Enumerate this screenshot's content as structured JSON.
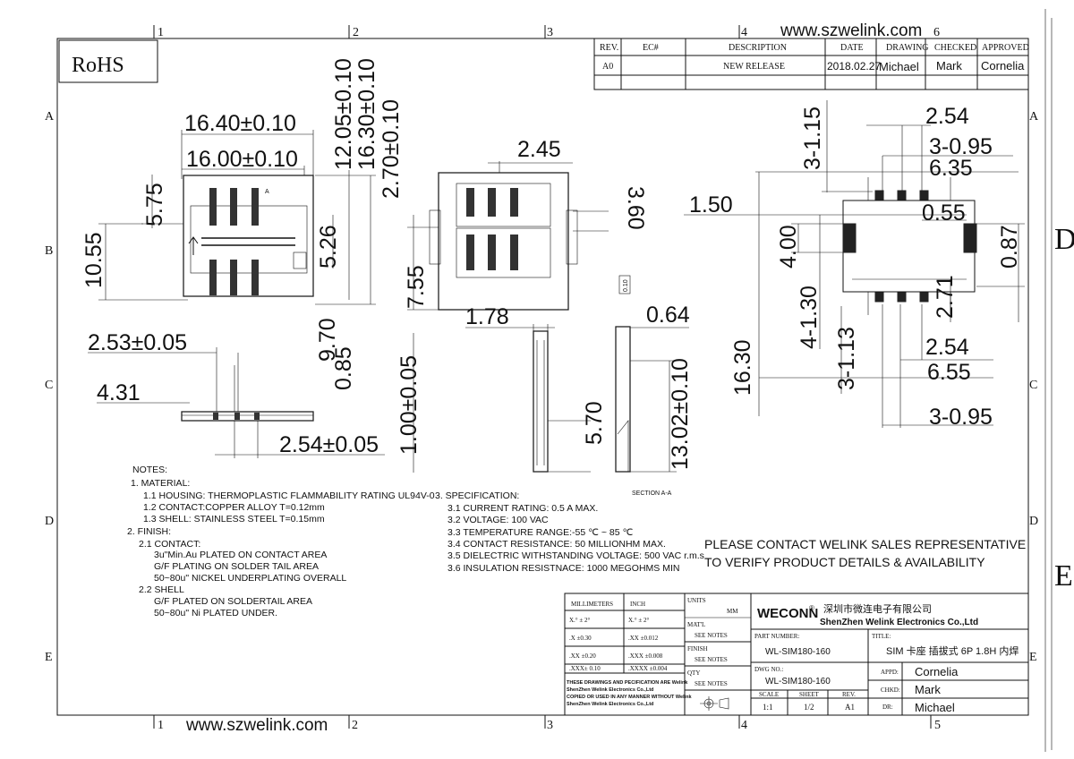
{
  "website": "www.szwelink.com",
  "rohs": "RoHS",
  "grid": {
    "cols": [
      "1",
      "2",
      "3",
      "4",
      "5",
      "6"
    ],
    "rows": [
      "A",
      "B",
      "C",
      "D",
      "E"
    ],
    "big_rows": [
      "D",
      "E"
    ]
  },
  "revision": {
    "headers": [
      "REV.",
      "EC#",
      "DESCRIPTION",
      "DATE",
      "DRAWING",
      "CHECKED",
      "APPROVED"
    ],
    "rows": [
      [
        "A0",
        "",
        "NEW RELEASE",
        "2018.02.27",
        "Michael",
        "Mark",
        "Cornelia"
      ]
    ]
  },
  "dims": {
    "d16_40": "16.40±0.10",
    "d16_00": "16.00±0.10",
    "d5_75": "5.75",
    "d10_55": "10.55",
    "d12_05": "12.05±0.10",
    "d16_30t": "16.30±0.10",
    "d2_70": "2.70±0.10",
    "d5_26": "5.26",
    "d9_70": "9.70",
    "d0_85": "0.85",
    "d2_53": "2.53±0.05",
    "d4_31": "4.31",
    "d2_54t": "2.54±0.05",
    "d2_45": "2.45",
    "d3_60": "3.60",
    "d7_55": "7.55",
    "d1_78": "1.78",
    "d1_00": "1.00±0.05",
    "d0_64": "0.64",
    "d5_70": "5.70",
    "d13_02": "13.02±0.10",
    "d0_10": "0.10",
    "section": "SECTION A-A",
    "mark_a": "A",
    "r3_1_15": "3-1.15",
    "r2_54a": "2.54",
    "r3_0_95a": "3-0.95",
    "r6_35": "6.35",
    "r1_50": "1.50",
    "r0_55": "0.55",
    "r4_00": "4.00",
    "r0_87": "0.87",
    "r4_1_30": "4-1.30",
    "r2_71": "2.71",
    "r16_30": "16.30",
    "r3_1_13": "3-1.13",
    "r2_54b": "2.54",
    "r6_55": "6.55",
    "r3_0_95b": "3-0.95"
  },
  "notes_left": [
    "NOTES:",
    "1. MATERIAL:",
    "1.1 HOUSING: THERMOPLASTIC  FLAMMABILITY RATING UL94V-0",
    "1.2 CONTACT:COPPER ALLOY T=0.12mm",
    "1.3 SHELL:  STAINLESS STEEL T=0.15mm",
    "2. FINISH:",
    "2.1 CONTACT:",
    "3u\"Min.Au PLATED ON CONTACT AREA",
    "G/F PLATING ON SOLDER TAIL AREA",
    "50~80u\" NICKEL UNDERPLATING OVERALL",
    "2.2 SHELL",
    "G/F PLATED ON SOLDERTAIL AREA",
    "50~80u\" Ni PLATED UNDER."
  ],
  "notes_right": [
    "3. SPECIFICATION:",
    "3.1 CURRENT RATING: 0.5 A MAX.",
    "3.2 VOLTAGE: 100 VAC",
    "3.3 TEMPERATURE RANGE:-55 ℃ ~ 85 ℃",
    "3.4 CONTACT RESISTANCE: 50 MILLIONHM MAX.",
    "3.5 DIELECTRIC WITHSTANDING VOLTAGE: 500 VAC r.m.s",
    "3.6 INSULATION RESISTNACE: 1000 MEGOHMS MIN"
  ],
  "contact": [
    "PLEASE CONTACT WELINK SALES REPRESENTATIVE",
    "TO VERIFY PRODUCT DETAILS & AVAILABILITY"
  ],
  "tolerance": {
    "headers": [
      "MILLIMETERS",
      "INCH"
    ],
    "rows": [
      [
        "X.° ± 2°",
        "X.° ± 2°"
      ],
      [
        ".X  ±0.30",
        ".XX  ±0.012"
      ],
      [
        ".XX  ±0.20",
        ".XXX  ±0.008"
      ],
      [
        ".XXX± 0.10",
        ".XXXX  ±0.004"
      ]
    ],
    "footer": [
      "THESE DRAWINGS AND PECIFICATION  ARE Welink",
      "ShenZhen Welink Electronics Co.,Ltd",
      "COPIED OR USED IN ANY MANNER WITHOUT Welink",
      "ShenZhen Welink Electronics Co.,Ltd"
    ]
  },
  "units": {
    "units": "UNITS",
    "mm": "MM",
    "matl": "MAT'L",
    "finish": "FINISH",
    "qty": "QTY",
    "see": "SEE NOTES"
  },
  "title_block": {
    "company_brand": "WECONN",
    "reg": "®",
    "company_cn": "深圳市微连电子有限公司",
    "company_en": "ShenZhen Welink Electronics Co.,Ltd",
    "part_number_label": "PART NUMBER:",
    "part_number": "WL-SIM180-160",
    "title_label": "TITLE:",
    "title": "SIM 卡座 插拔式 6P 1.8H 内焊",
    "dwg_label": "DWG NO.:",
    "dwg": "WL-SIM180-160",
    "appd_label": "APPD:",
    "appd": "Cornelia",
    "chkd_label": "CHKD:",
    "chkd": "Mark",
    "dr_label": "DR:",
    "dr": "Michael",
    "scale_label": "SCALE",
    "scale": "1:1",
    "sheet_label": "SHEET",
    "sheet": "1/2",
    "rev_label": "REV.",
    "rev": "A1"
  }
}
